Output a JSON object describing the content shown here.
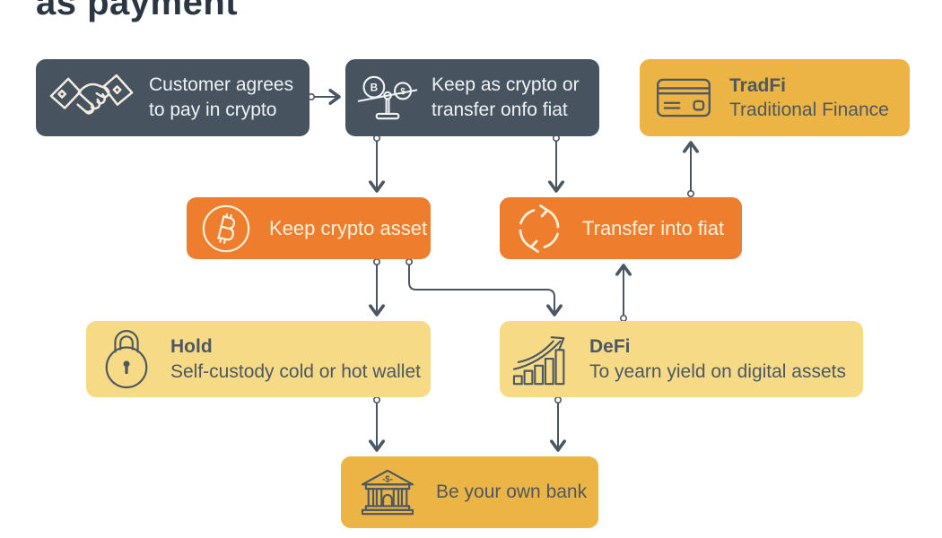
{
  "title": "as payment",
  "nodes": {
    "customer": {
      "label": "Customer agrees to pay in crypto",
      "icon": "handshake-icon"
    },
    "keep_or_transfer": {
      "label": "Keep as crypto or transfer onfo fiat",
      "icon": "balance-scale-icon"
    },
    "tradfi": {
      "title": "TradFi",
      "subtitle": "Traditional Finance",
      "icon": "credit-card-icon"
    },
    "keep_crypto": {
      "label": "Keep crypto asset",
      "icon": "bitcoin-icon"
    },
    "transfer_fiat": {
      "label": "Transfer into fiat",
      "icon": "cycle-arrows-icon"
    },
    "hold": {
      "title": "Hold",
      "subtitle": "Self-custody cold or hot wallet",
      "icon": "padlock-icon"
    },
    "defi": {
      "title": "DeFi",
      "subtitle": "To yearn yield on digital assets",
      "icon": "growth-chart-icon"
    },
    "bank": {
      "label": "Be your own bank",
      "icon": "bank-icon"
    }
  },
  "edges": [
    {
      "from": "customer",
      "to": "keep_or_transfer"
    },
    {
      "from": "keep_or_transfer",
      "to": "keep_crypto"
    },
    {
      "from": "keep_or_transfer",
      "to": "transfer_fiat"
    },
    {
      "from": "transfer_fiat",
      "to": "tradfi"
    },
    {
      "from": "keep_crypto",
      "to": "hold"
    },
    {
      "from": "keep_crypto",
      "to": "defi"
    },
    {
      "from": "defi",
      "to": "transfer_fiat"
    },
    {
      "from": "hold",
      "to": "bank"
    },
    {
      "from": "defi",
      "to": "bank"
    }
  ],
  "colors": {
    "dark_node": "#47545f",
    "orange_node": "#ee7d2e",
    "gold_node": "#ecb444",
    "pale_yellow_node": "#f6da86",
    "connector": "#4a5763",
    "text_on_dark": "#eef2f4",
    "text_on_orange": "#fdf0dd",
    "text_on_yellow": "#4d5862",
    "title_text": "#2b3642",
    "background": "#ffffff"
  }
}
